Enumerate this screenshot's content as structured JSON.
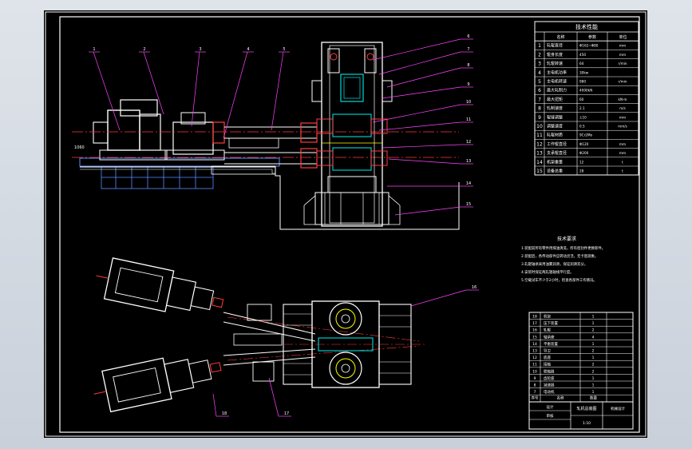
{
  "colors": {
    "background": "#000000",
    "frame": "#ffffff",
    "outline_blue": "#5a8cff",
    "leader_magenta": "#ff44ff",
    "center_red": "#ff3b3b",
    "hatch_cyan": "#00c8c8",
    "motor_white": "#ffffff",
    "accent_yellow": "#ffff00"
  },
  "spec_table": {
    "title": "技术性能",
    "headers": [
      "",
      "名称",
      "参数",
      "单位"
    ],
    "rows": [
      {
        "no": "1",
        "name": "轧辊直径",
        "value": "Φ162~Φ80",
        "unit": "mm"
      },
      {
        "no": "2",
        "name": "辊身长度",
        "value": "450",
        "unit": "mm"
      },
      {
        "no": "3",
        "name": "轧辊转速",
        "value": "64",
        "unit": "r/min"
      },
      {
        "no": "4",
        "name": "主电机功率",
        "value": "30kw",
        "unit": ""
      },
      {
        "no": "5",
        "name": "主电机转速",
        "value": "980",
        "unit": "r/min"
      },
      {
        "no": "6",
        "name": "最大轧制力",
        "value": "4000kN",
        "unit": ""
      },
      {
        "no": "7",
        "name": "最大扭矩",
        "value": "60",
        "unit": "kN·m"
      },
      {
        "no": "8",
        "name": "轧制速度",
        "value": "2.1",
        "unit": "m/s"
      },
      {
        "no": "9",
        "name": "辊缝调整",
        "value": "±10",
        "unit": "mm"
      },
      {
        "no": "10",
        "name": "调整速度",
        "value": "0.5",
        "unit": "mm/s"
      },
      {
        "no": "11",
        "name": "轧辊材质",
        "value": "9Cr2Mo",
        "unit": ""
      },
      {
        "no": "12",
        "name": "工作辊直径",
        "value": "Φ120",
        "unit": "mm"
      },
      {
        "no": "13",
        "name": "支承辊直径",
        "value": "Φ200",
        "unit": "mm"
      },
      {
        "no": "14",
        "name": "机架重量",
        "value": "12",
        "unit": "t"
      },
      {
        "no": "15",
        "name": "设备总重",
        "value": "28",
        "unit": "t"
      }
    ]
  },
  "tech_requirements": {
    "title": "技术要求",
    "lines": [
      "1.装配前所有零件用煤油清洗，所有密封件更换新件。",
      "2.装配后，各传动部件应转动灵活，无卡阻现象。",
      "3.轧辊轴承采用油雾润滑，保证润滑充分。",
      "4.安装时保证两轧辊轴线平行度。",
      "5.空载试车不少于2小时，检查各部件工作情况。"
    ]
  },
  "parts_list": {
    "rows": [
      {
        "no": "18",
        "name": "机架",
        "qty": "1"
      },
      {
        "no": "17",
        "name": "压下装置",
        "qty": "1"
      },
      {
        "no": "16",
        "name": "轧辊",
        "qty": "2"
      },
      {
        "no": "15",
        "name": "轴承座",
        "qty": "4"
      },
      {
        "no": "14",
        "name": "平衡装置",
        "qty": "1"
      },
      {
        "no": "13",
        "name": "导卫",
        "qty": "2"
      },
      {
        "no": "12",
        "name": "底座",
        "qty": "1"
      },
      {
        "no": "11",
        "name": "接轴",
        "qty": "2"
      },
      {
        "no": "10",
        "name": "联轴器",
        "qty": "2"
      },
      {
        "no": "9",
        "name": "齿轮座",
        "qty": "1"
      },
      {
        "no": "8",
        "name": "减速器",
        "qty": "1"
      },
      {
        "no": "7",
        "name": "电动机",
        "qty": "1"
      }
    ],
    "header": [
      "序号",
      "名称",
      "数量"
    ]
  },
  "title_block": {
    "drawing_name": "轧机总装图",
    "school": "机械设计",
    "scale": "1:10",
    "designer": "设计",
    "checker": "审核"
  },
  "leader_numbers_top_left": [
    "1",
    "2",
    "3",
    "4",
    "5"
  ],
  "leader_numbers_right": [
    "6",
    "7",
    "8",
    "9",
    "10",
    "11",
    "12",
    "13",
    "14",
    "15"
  ],
  "leader_numbers_bottom": [
    "16",
    "17",
    "18"
  ]
}
